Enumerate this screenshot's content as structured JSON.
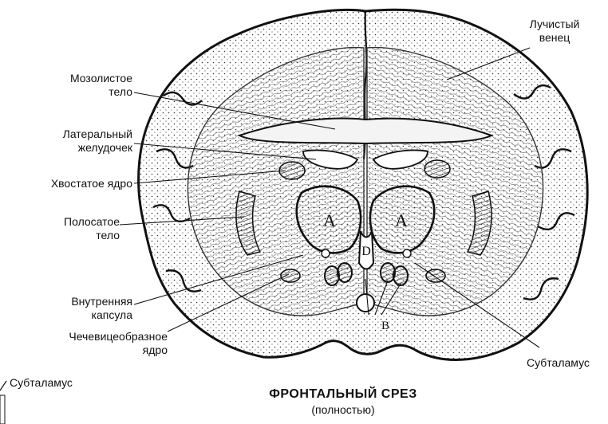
{
  "labels": {
    "corona_radiata": "Лучистый\nвенец",
    "corpus_callosum": "Мозолистое\nтело",
    "lateral_ventricle": "Латеральный\nжелудочек",
    "caudate_nucleus": "Хвостатое ядро",
    "striatum": "Полосатое\nтело",
    "internal_capsule": "Внутренняя\nкапсула",
    "lentiform_nucleus": "Чечевицеобразное\nядро",
    "subthalamus_right": "Субталамус",
    "subthalamus_left": "Субталамус"
  },
  "markers": {
    "thalamus_left": "A",
    "thalamus_right": "A",
    "third_ventricle": "D",
    "mammillary": "B"
  },
  "caption": {
    "title": "ФРОНТАЛЬНЫЙ СРЕЗ",
    "subtitle": "(полностью)"
  }
}
